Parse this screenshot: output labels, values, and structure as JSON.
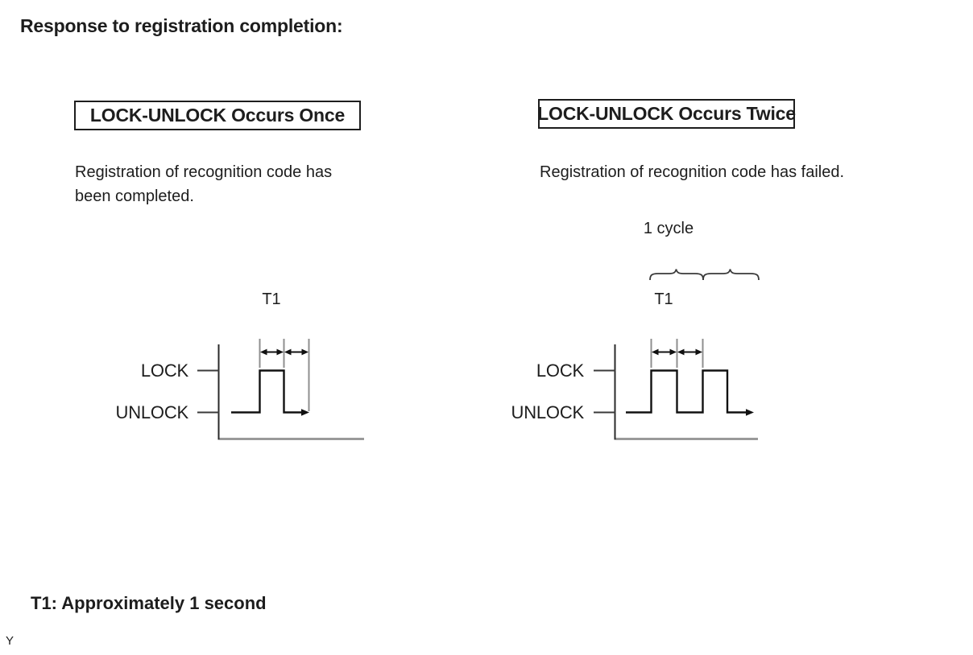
{
  "page": {
    "title": "Response to registration completion:",
    "footnote": "T1: Approximately 1 second",
    "page_marker": "Y"
  },
  "colors": {
    "text": "#1d1d1d",
    "waveform_line": "#111111",
    "axis_line": "#2a2a2a",
    "measure_line": "#8f8f8f",
    "baseline_gray": "#9a9a9a"
  },
  "panels": [
    {
      "header": "LOCK-UNLOCK Occurs Once",
      "description": "Registration of recognition code has\nbeen completed.",
      "t1_label": "T1",
      "lock_label": "LOCK",
      "unlock_label": "UNLOCK"
    },
    {
      "header": "LOCK-UNLOCK Occurs Twice",
      "description": "Registration of recognition code has failed.",
      "cycle_label": "1 cycle",
      "t1_label": "T1",
      "lock_label": "LOCK",
      "unlock_label": "UNLOCK"
    }
  ]
}
